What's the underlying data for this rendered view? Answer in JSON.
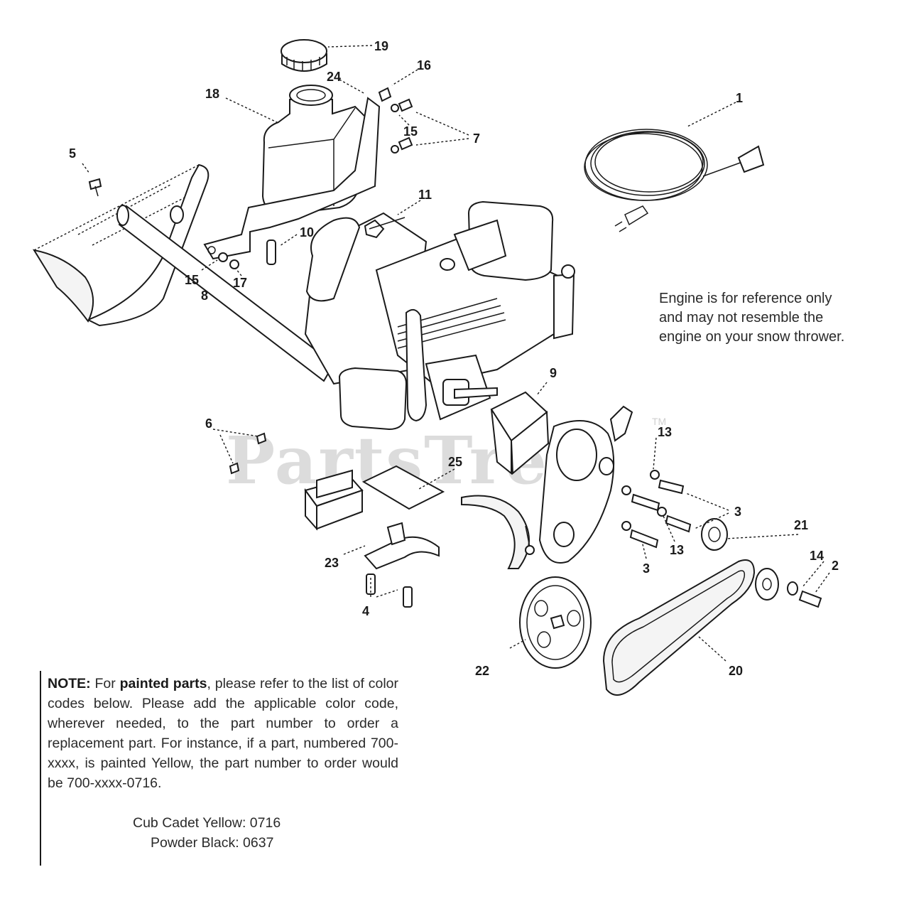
{
  "watermark": {
    "text": "PartsTree",
    "trademark": "TM"
  },
  "callouts": [
    {
      "id": "c19",
      "label": "19"
    },
    {
      "id": "c24",
      "label": "24"
    },
    {
      "id": "c16",
      "label": "16"
    },
    {
      "id": "c18",
      "label": "18"
    },
    {
      "id": "c15a",
      "label": "15"
    },
    {
      "id": "c7",
      "label": "7"
    },
    {
      "id": "c1",
      "label": "1"
    },
    {
      "id": "c5",
      "label": "5"
    },
    {
      "id": "c11",
      "label": "11"
    },
    {
      "id": "c10",
      "label": "10"
    },
    {
      "id": "c15b",
      "label": "15"
    },
    {
      "id": "c17",
      "label": "17"
    },
    {
      "id": "c8",
      "label": "8"
    },
    {
      "id": "c9",
      "label": "9"
    },
    {
      "id": "c6",
      "label": "6"
    },
    {
      "id": "c13a",
      "label": "13"
    },
    {
      "id": "c25",
      "label": "25"
    },
    {
      "id": "c3a",
      "label": "3"
    },
    {
      "id": "c21",
      "label": "21"
    },
    {
      "id": "c13b",
      "label": "13"
    },
    {
      "id": "c14",
      "label": "14"
    },
    {
      "id": "c2",
      "label": "2"
    },
    {
      "id": "c23",
      "label": "23"
    },
    {
      "id": "c3b",
      "label": "3"
    },
    {
      "id": "c4",
      "label": "4"
    },
    {
      "id": "c22",
      "label": "22"
    },
    {
      "id": "c20",
      "label": "20"
    }
  ],
  "engine_note": {
    "line1": "Engine is for reference only",
    "line2": "and may not resemble the",
    "line3": "engine on your snow thrower."
  },
  "note": {
    "heading": "NOTE:",
    "text_before_bold": "For",
    "bold": "painted parts",
    "text_after_bold": ", please refer to the list of color codes below. Please add the applicable color code, wherever needed, to the part number to order a replacement part. For instance, if a part, numbered 700-xxxx, is painted Yellow, the part number to order would be 700-xxxx-0716.",
    "color_codes": [
      {
        "text": "Cub Cadet Yellow: 0716"
      },
      {
        "text": "Powder Black: 0637"
      }
    ]
  }
}
